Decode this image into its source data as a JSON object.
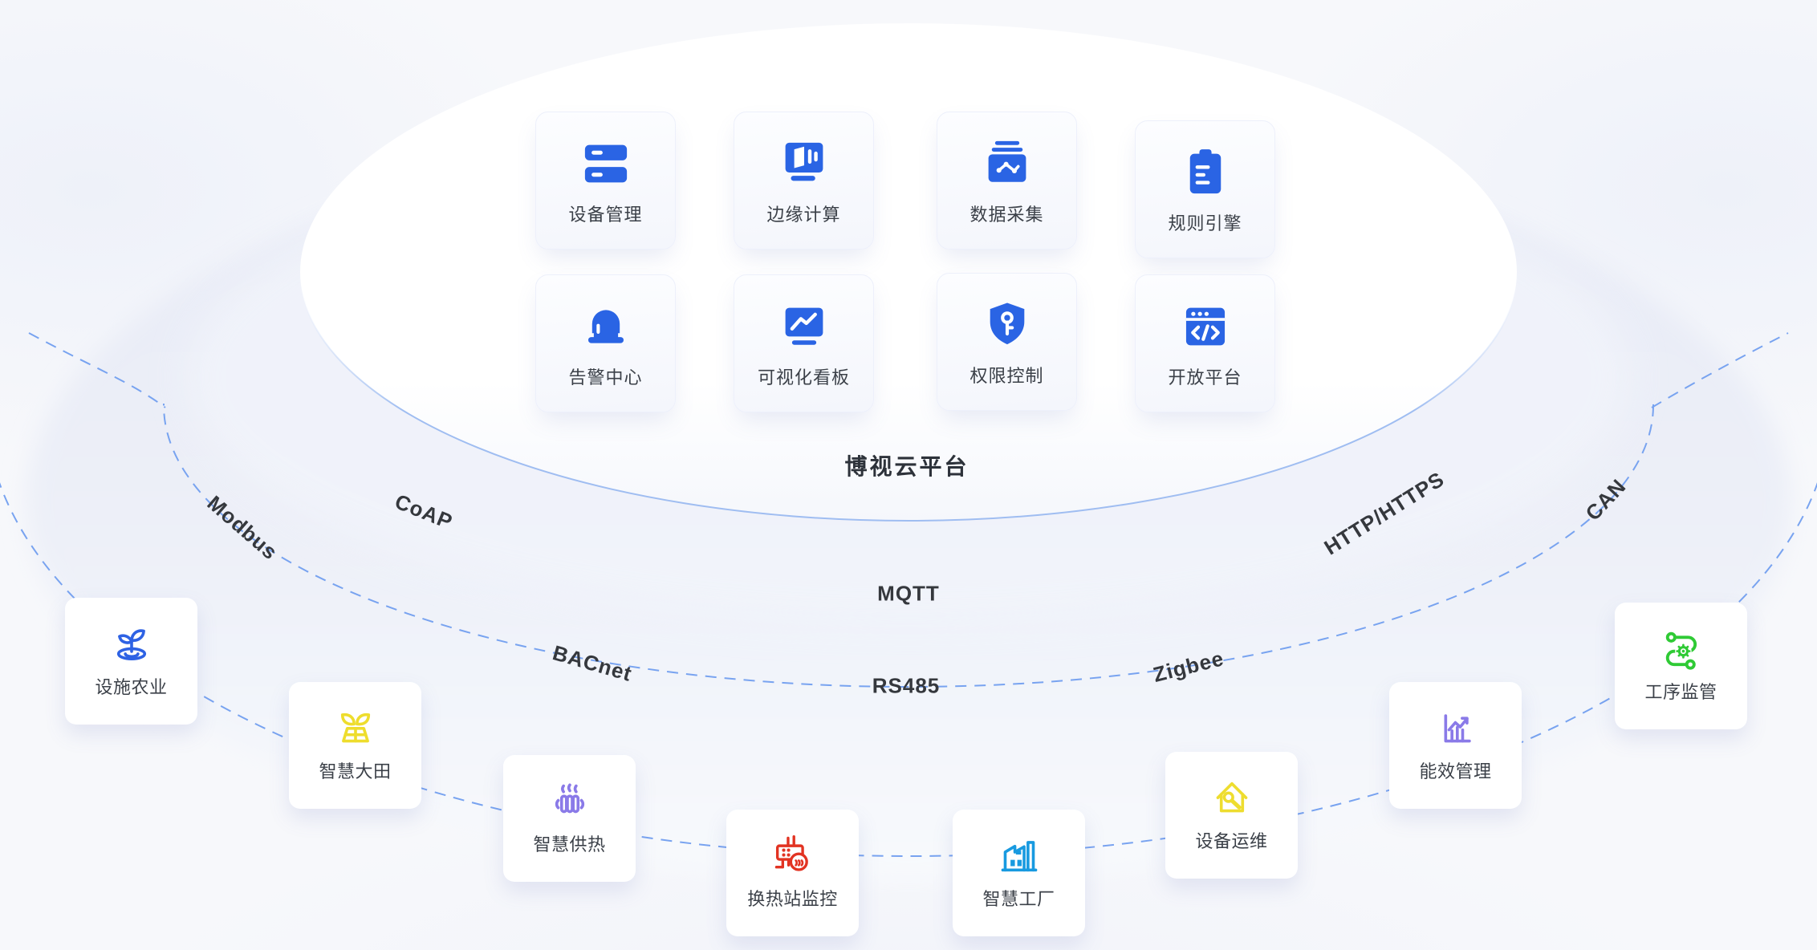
{
  "platform": {
    "title": "博视云平台"
  },
  "features": [
    {
      "label": "设备管理",
      "icon": "server-racks-icon"
    },
    {
      "label": "边缘计算",
      "icon": "monitor-docs-icon"
    },
    {
      "label": "数据采集",
      "icon": "data-box-icon"
    },
    {
      "label": "规则引擎",
      "icon": "clipboard-icon"
    },
    {
      "label": "告警中心",
      "icon": "siren-icon"
    },
    {
      "label": "可视化看板",
      "icon": "chart-monitor-icon"
    },
    {
      "label": "权限控制",
      "icon": "shield-key-icon"
    },
    {
      "label": "开放平台",
      "icon": "code-window-icon"
    }
  ],
  "protocols": [
    {
      "label": "Modbus"
    },
    {
      "label": "CoAP"
    },
    {
      "label": "MQTT"
    },
    {
      "label": "HTTP/HTTPS"
    },
    {
      "label": "CAN"
    },
    {
      "label": "BACnet"
    },
    {
      "label": "RS485"
    },
    {
      "label": "Zigbee"
    }
  ],
  "scenarios": [
    {
      "label": "设施农业",
      "icon": "sprout-icon",
      "color": "#2e62e4"
    },
    {
      "label": "智慧大田",
      "icon": "field-crop-icon",
      "color": "#eedd2d"
    },
    {
      "label": "智慧供热",
      "icon": "radiator-icon",
      "color": "#8a7ae8"
    },
    {
      "label": "换热站监控",
      "icon": "heat-exchanger-icon",
      "color": "#e23322"
    },
    {
      "label": "智慧工厂",
      "icon": "factory-icon",
      "color": "#189ae0"
    },
    {
      "label": "设备运维",
      "icon": "house-wrench-icon",
      "color": "#eedd2f"
    },
    {
      "label": "能效管理",
      "icon": "bar-chart-growth-icon",
      "color": "#8a7ae8"
    },
    {
      "label": "工序监管",
      "icon": "process-flow-gear-icon",
      "color": "#2fca35"
    }
  ],
  "colors": {
    "feature_icon": "#2a64e4",
    "dashed_line": "#78a3f0",
    "ellipse_border": "#9fbdf1",
    "title_text": "#2d323a",
    "label_text": "#3b4048",
    "protocol_text": "#35383d"
  }
}
